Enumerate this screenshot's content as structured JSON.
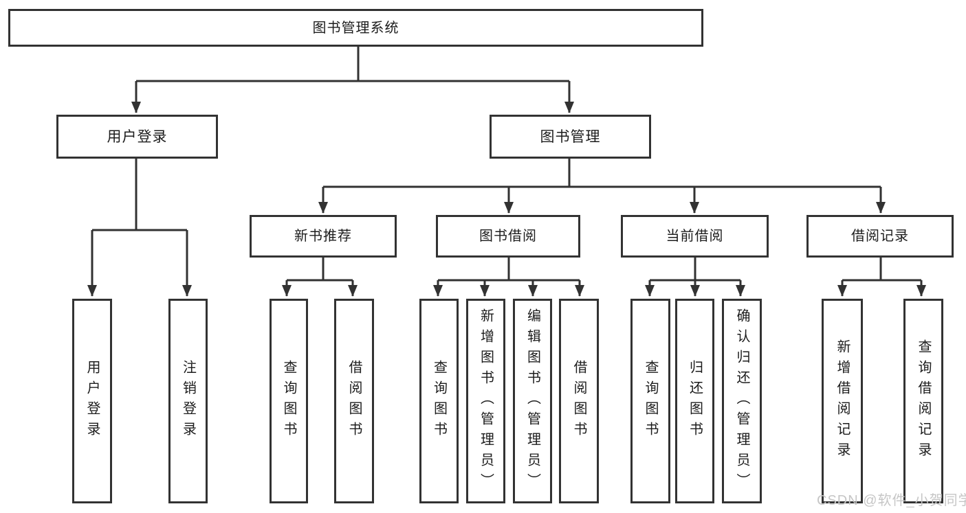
{
  "tree": {
    "root": "图书管理系统",
    "level2": [
      {
        "label": "用户登录",
        "leaves": [
          "用户登录",
          "注销登录"
        ]
      },
      {
        "label": "图书管理",
        "groups": [
          {
            "label": "新书推荐",
            "leaves": [
              "查询图书",
              "借阅图书"
            ]
          },
          {
            "label": "图书借阅",
            "leaves": [
              "查询图书",
              "新增图书（管理员）",
              "编辑图书（管理员）",
              "借阅图书"
            ]
          },
          {
            "label": "当前借阅",
            "leaves": [
              "查询图书",
              "归还图书",
              "确认归还（管理员）"
            ]
          },
          {
            "label": "借阅记录",
            "leaves": [
              "新增借阅记录",
              "查询借阅记录"
            ]
          }
        ]
      }
    ]
  },
  "watermark": "CSDN @软件_小贺同学",
  "colors": {
    "line": "#323232",
    "box_border": "#323232",
    "text": "#1c1c1c",
    "watermark": "#c6c6c6",
    "background": "#ffffff"
  }
}
